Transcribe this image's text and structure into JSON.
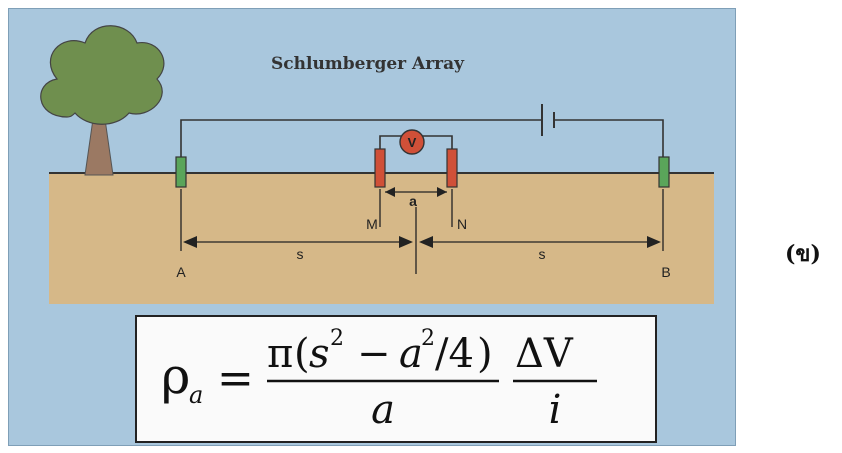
{
  "title": "Schlumberger Array",
  "electrodes": {
    "A": "A",
    "B": "B",
    "M": "M",
    "N": "N"
  },
  "meter_label": "V",
  "spacing_labels": {
    "a": "a",
    "s_left": "s",
    "s_right": "s"
  },
  "formula": {
    "lhs": "ρ",
    "lhs_subscript": "a",
    "equals": "=",
    "pi": "π",
    "s": "s",
    "a": "a",
    "exponent": "2",
    "minus": "−",
    "divisor": "/4",
    "delta_v": "ΔV",
    "i": "i"
  },
  "side_label": "(ข)",
  "colors": {
    "panel_bg": "#a9c7dd",
    "ground": "#d6b888",
    "current_electrode": "#5aa55a",
    "potential_electrode": "#d05038",
    "tree_canopy": "#6f8f4e",
    "trunk": "#9b7963"
  }
}
